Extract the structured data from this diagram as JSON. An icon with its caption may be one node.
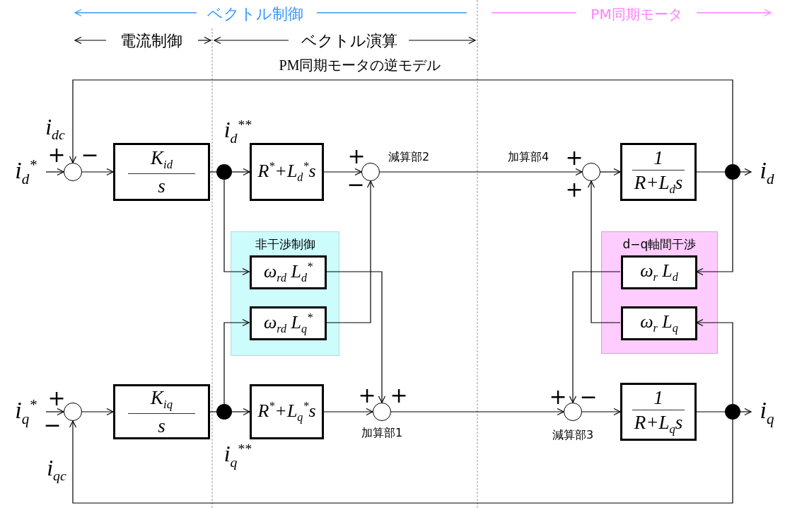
{
  "diagram": {
    "nodes": [
      {
        "text": [
          "i$_{d}$$^{*}$"
        ]
      },
      {
        "text": [],
        "shape": "circle",
        "beside": [
          "+",
          "−"
        ]
      },
      {
        "text": [
          "K$_{id}$",
          "s"
        ]
      },
      {
        "text": [],
        "shape": "dot"
      },
      {
        "text": [
          "R$^{*}$+L$_{d}$$^{*}$s"
        ]
      },
      {
        "text": [],
        "shape": "circle",
        "beside": [
          "+",
          "−",
          "減算部2"
        ]
      },
      {
        "text": [],
        "shape": "circle",
        "beside": [
          "加算部4",
          "+",
          "+"
        ]
      },
      {
        "text": [
          "1",
          "R+L$_{d}$s"
        ]
      },
      {
        "text": [],
        "shape": "dot"
      },
      {
        "text": [
          "i$_{d}$"
        ]
      },
      {
        "text": [
          "非干渉制御"
        ]
      },
      {
        "text": [
          "ω$_{rd}$ L$_{d}$$^{*}$"
        ],
        "in": 10
      },
      {
        "text": [
          "ω$_{rd}$ L$_{q}$$^{*}$"
        ],
        "in": 10
      },
      {
        "text": [
          "d−q軸間干渉"
        ]
      },
      {
        "text": [
          "ω$_{r}$ L$_{d}$"
        ],
        "in": 13
      },
      {
        "text": [
          "ω$_{r}$ L$_{q}$"
        ],
        "in": 13
      },
      {
        "text": [
          "i$_{q}$$^{*}$"
        ]
      },
      {
        "text": [],
        "shape": "circle",
        "beside": [
          "+",
          "−"
        ]
      },
      {
        "text": [
          "K$_{iq}$",
          "s"
        ]
      },
      {
        "text": [],
        "shape": "dot"
      },
      {
        "text": [
          "R$^{*}$+L$_{q}$$^{*}$s"
        ]
      },
      {
        "text": [],
        "shape": "circle",
        "beside": [
          "+",
          "+",
          "加算部1"
        ]
      },
      {
        "text": [],
        "shape": "circle",
        "beside": [
          "+",
          "−",
          "減算部3"
        ]
      },
      {
        "text": [
          "1",
          "R+L$_{q}$s"
        ]
      },
      {
        "text": [],
        "shape": "dot"
      },
      {
        "text": [
          "i$_{q}$"
        ]
      }
    ],
    "edges": [
      {
        "from": 0,
        "to": 1,
        "arrow": "to"
      },
      {
        "from": 1,
        "to": 2,
        "arrow": "to"
      },
      {
        "from": 2,
        "to": 3,
        "arrow": "none"
      },
      {
        "from": 3,
        "to": 4,
        "arrow": "to"
      },
      {
        "from": 4,
        "to": 5,
        "arrow": "to"
      },
      {
        "from": 5,
        "to": 6,
        "arrow": "to"
      },
      {
        "from": 6,
        "to": 7,
        "arrow": "to"
      },
      {
        "from": 7,
        "to": 8,
        "arrow": "none"
      },
      {
        "from": 8,
        "to": 9,
        "arrow": "to"
      },
      {
        "from": 8,
        "to": 1,
        "arrow": "to",
        "label": "i$_{dc}$"
      },
      {
        "from": 3,
        "to": 11,
        "arrow": "to"
      },
      {
        "from": 19,
        "to": 12,
        "arrow": "to"
      },
      {
        "from": 11,
        "to": 21,
        "arrow": "to"
      },
      {
        "from": 12,
        "to": 5,
        "arrow": "to"
      },
      {
        "from": 8,
        "to": 14,
        "arrow": "to"
      },
      {
        "from": 24,
        "to": 15,
        "arrow": "to"
      },
      {
        "from": 14,
        "to": 22,
        "arrow": "to"
      },
      {
        "from": 15,
        "to": 6,
        "arrow": "to"
      },
      {
        "from": 16,
        "to": 17,
        "arrow": "to"
      },
      {
        "from": 17,
        "to": 18,
        "arrow": "to"
      },
      {
        "from": 18,
        "to": 19,
        "arrow": "none"
      },
      {
        "from": 19,
        "to": 20,
        "arrow": "to"
      },
      {
        "from": 20,
        "to": 21,
        "arrow": "to"
      },
      {
        "from": 21,
        "to": 22,
        "arrow": "to"
      },
      {
        "from": 22,
        "to": 23,
        "arrow": "to"
      },
      {
        "from": 23,
        "to": 24,
        "arrow": "none"
      },
      {
        "from": 24,
        "to": 25,
        "arrow": "to"
      },
      {
        "from": 24,
        "to": 17,
        "arrow": "to",
        "label": "i$_{qc}$"
      }
    ],
    "labels": [
      "ベクトル制御",
      "PM同期モータ",
      "電流制御",
      "ベクトル演算",
      "PM同期モータの逆モデル",
      "i$_{d}$$^{**}$",
      "i$_{q}$$^{**}$"
    ]
  }
}
